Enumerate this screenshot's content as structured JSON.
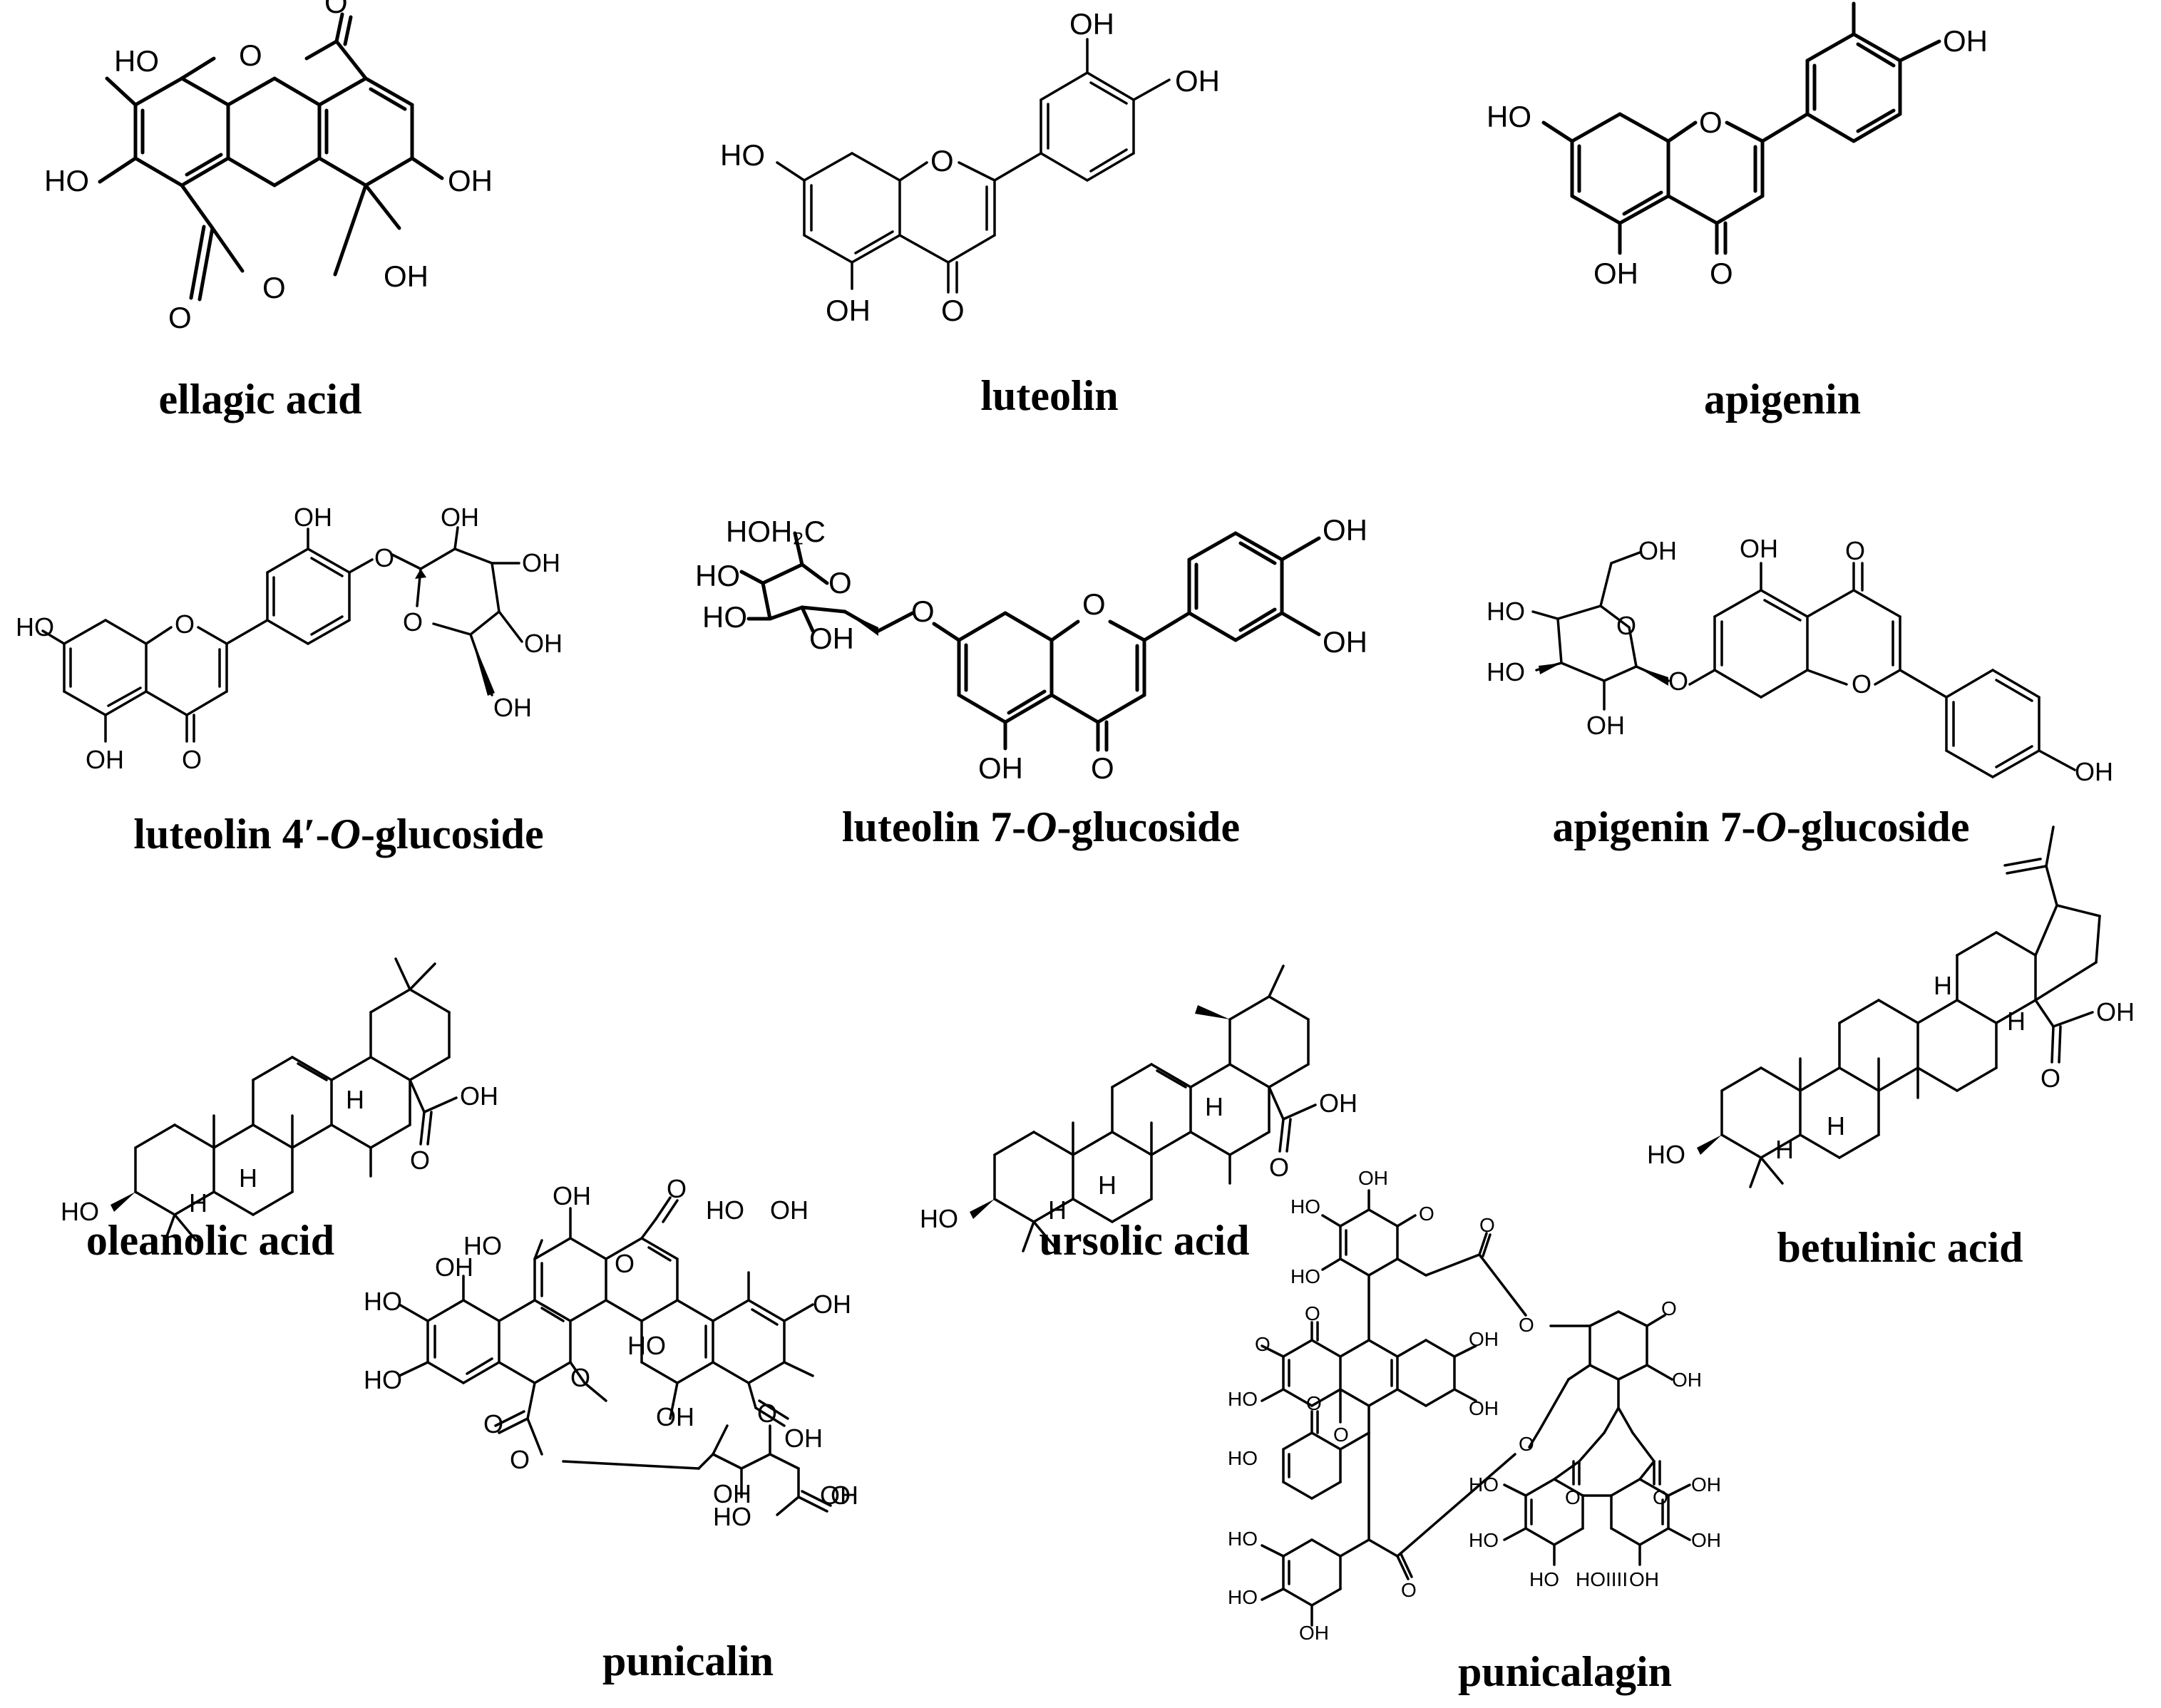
{
  "compounds": [
    {
      "id": "ellagic-acid",
      "name": "ellagic acid"
    },
    {
      "id": "luteolin",
      "name": "luteolin"
    },
    {
      "id": "apigenin",
      "name": "apigenin"
    },
    {
      "id": "luteolin-4-o-glucoside",
      "name_pre": "luteolin 4′-",
      "name_it": "O",
      "name_post": "-glucoside"
    },
    {
      "id": "luteolin-7-o-glucoside",
      "name_pre": "luteolin 7-",
      "name_it": "O",
      "name_post": "-glucoside"
    },
    {
      "id": "apigenin-7-o-glucoside",
      "name_pre": "apigenin 7-",
      "name_it": "O",
      "name_post": "-glucoside"
    },
    {
      "id": "oleanolic-acid",
      "name": "oleanolic acid"
    },
    {
      "id": "ursolic-acid",
      "name": "ursolic acid"
    },
    {
      "id": "betulinic-acid",
      "name": "betulinic acid"
    },
    {
      "id": "punicalin",
      "name": "punicalin"
    },
    {
      "id": "punicalagin",
      "name": "punicalagin"
    }
  ],
  "atoms": {
    "oh": "OH",
    "ho": "HO",
    "o": "O",
    "h": "H",
    "hoh2c": "HOH₂C",
    "hoiii": "HOIIII"
  }
}
